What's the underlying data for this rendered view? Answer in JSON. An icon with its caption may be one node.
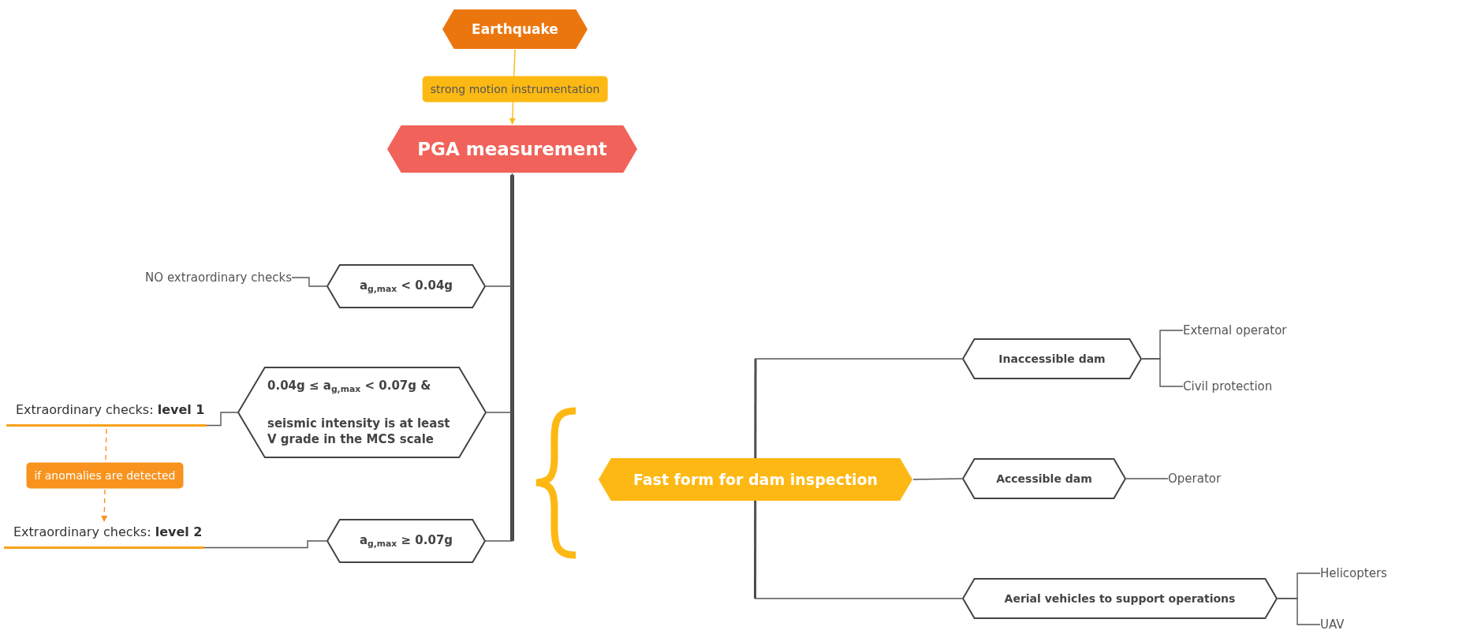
{
  "diagram": {
    "nodes": [
      {
        "text": [
          "Earthquake"
        ]
      },
      {
        "text": [
          "PGA measurement"
        ]
      },
      {
        "text": [
          "a$_{g,max}$ < 0.04g"
        ]
      },
      {
        "text": [
          "NO extraordinary checks"
        ]
      },
      {
        "text": [
          "0.04g ≤ a$_{g,max}$ < 0.07g &",
          "seismic intensity is at least V grade in the MCS scale"
        ]
      },
      {
        "text": [
          "Extraordinary checks: **level 1**"
        ]
      },
      {
        "text": [
          "a$_{g,max}$ ≥ 0.07g"
        ]
      },
      {
        "text": [
          "Extraordinary checks: **level 2**"
        ]
      },
      {
        "text": [
          "Fast form for dam inspection"
        ]
      },
      {
        "text": [
          "Inaccessible dam"
        ]
      },
      {
        "text": [
          "External operator"
        ]
      },
      {
        "text": [
          "Civil protection"
        ]
      },
      {
        "text": [
          "Accessible dam"
        ]
      },
      {
        "text": [
          "Operator"
        ]
      },
      {
        "text": [
          "Aerial vehicles to support operations"
        ]
      },
      {
        "text": [
          "Helicopters"
        ]
      },
      {
        "text": [
          "UAV"
        ]
      }
    ],
    "edges": [
      {
        "from": 0,
        "to": 1,
        "arrow": "to",
        "label": "strong motion instrumentation",
        "color": "#fdb913"
      },
      {
        "from": 1,
        "to": 2,
        "arrow": "none"
      },
      {
        "from": 1,
        "to": 4,
        "arrow": "none"
      },
      {
        "from": 1,
        "to": 6,
        "arrow": "none"
      },
      {
        "from": 2,
        "to": 3,
        "arrow": "none"
      },
      {
        "from": 4,
        "to": 5,
        "arrow": "none"
      },
      {
        "from": 6,
        "to": 7,
        "arrow": "none"
      },
      {
        "from": 5,
        "to": 7,
        "arrow": "to",
        "label": "if anomalies are detected",
        "style": "dashed",
        "color": "#f7931e"
      },
      {
        "from": 8,
        "to": 9,
        "arrow": "none"
      },
      {
        "from": 8,
        "to": 12,
        "arrow": "none"
      },
      {
        "from": 8,
        "to": 14,
        "arrow": "none"
      },
      {
        "from": 9,
        "to": 10,
        "arrow": "none"
      },
      {
        "from": 9,
        "to": 11,
        "arrow": "none"
      },
      {
        "from": 12,
        "to": 13,
        "arrow": "none"
      },
      {
        "from": 14,
        "to": 15,
        "arrow": "none"
      },
      {
        "from": 14,
        "to": 16,
        "arrow": "none"
      }
    ]
  }
}
